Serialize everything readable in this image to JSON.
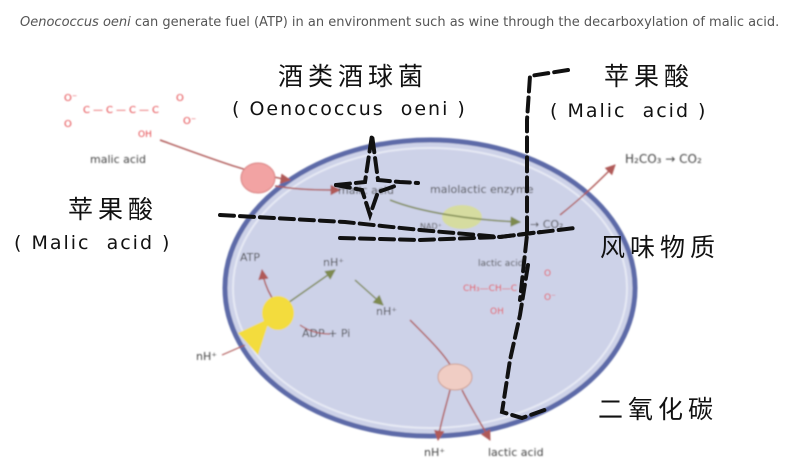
{
  "caption": {
    "organism": "Oenococcus oeni",
    "rest": " can generate fuel (ATP) in an environment such as wine through the decarboxylation of malic acid."
  },
  "diagram": {
    "malic_acid_label": "malic acid",
    "malic_acid_formula": {
      "top": "O⁻",
      "chain": "C—C—C—C",
      "left_o": "O",
      "right_o": "O",
      "right_charge": "O⁻",
      "oh": "OH"
    },
    "inner_malic_acid": "malic acid",
    "malolactic_enzyme": "malolactic enzyme",
    "nad": "NAD⁺",
    "co2_inner": "→ CO₂",
    "h2co3_co2": "H₂CO₃ → CO₂",
    "atp": "ATP",
    "nh_in_top": "nH⁺",
    "nh_in_mid": "nH⁺",
    "adp_pi": "ADP + Pi",
    "nh_out_left": "nH⁺",
    "lactic_acid_inner": "lactic acid",
    "lactic_formula_chain": "CH₃—CH—C",
    "lactic_formula_o": "O",
    "lactic_formula_ominus": "O⁻",
    "lactic_formula_oh": "OH",
    "nh_out_bottom": "nH⁺",
    "lactic_acid_out": "lactic acid"
  },
  "annotations": {
    "organism_zh": "酒类酒球菌",
    "organism_en": "( Oenococcus  oeni )",
    "malic_right_zh": "苹果酸",
    "malic_right_en": "( Malic  acid )",
    "malic_left_zh": "苹果酸",
    "malic_left_en": "( Malic  acid )",
    "flavor_zh": "风味物质",
    "co2_zh": "二氧化碳"
  },
  "colors": {
    "cell_fill": "#cdd2e8",
    "cell_border": "#5d6ba8",
    "formula_red": "#e4464b",
    "arrow_red": "#b05a58",
    "arrow_olive": "#7e8a50",
    "atp_synthase": "#f3dc3c"
  }
}
